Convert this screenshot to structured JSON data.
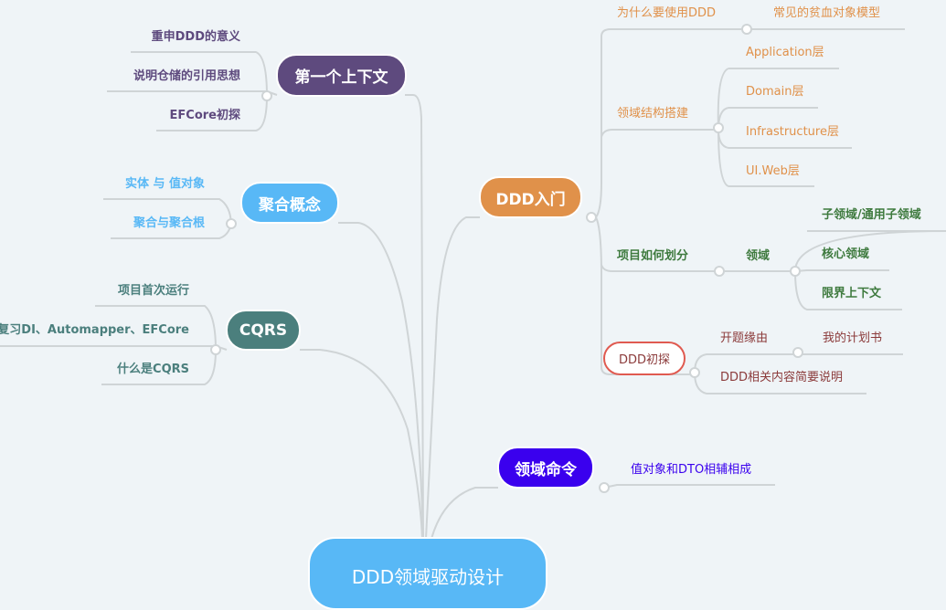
{
  "root": {
    "label": "DDD领域驱动设计"
  },
  "colors": {
    "purple": "#5e4a7e",
    "blue": "#58b8f6",
    "teal": "#4b7f7d",
    "orange": "#e0914a",
    "violet": "#3a00ee",
    "green": "#3e7a3e",
    "maroon": "#8b3a3a",
    "red_border": "#e05a50"
  },
  "branches": {
    "first_context": {
      "label": "第一个上下文",
      "children": [
        "重申DDD的意义",
        "说明仓储的引用思想",
        "EFCore初探"
      ]
    },
    "aggregate": {
      "label": "聚合概念",
      "children": [
        "实体 与 值对象",
        "聚合与聚合根"
      ]
    },
    "cqrs": {
      "label": "CQRS",
      "children": [
        "项目首次运行",
        "复习DI、Automapper、EFCore",
        "什么是CQRS"
      ]
    },
    "ddd_intro": {
      "label": "DDD入门",
      "why": {
        "label": "为什么要使用DDD",
        "child": "常见的贫血对象模型"
      },
      "structure": {
        "label": "领域结构搭建",
        "children": [
          "Application层",
          "Domain层",
          "Infrastructure层",
          "UI.Web层"
        ]
      },
      "division": {
        "label": "项目如何划分",
        "domain": {
          "label": "领域",
          "children": [
            "子领域/通用子领域",
            "核心领域",
            "限界上下文"
          ]
        }
      },
      "explore": {
        "label": "DDD初探",
        "reason": {
          "label": "开题缘由",
          "child": "我的计划书"
        },
        "summary": "DDD相关内容简要说明"
      }
    },
    "domain_command": {
      "label": "领域命令",
      "children": [
        "值对象和DTO相辅相成"
      ]
    }
  }
}
